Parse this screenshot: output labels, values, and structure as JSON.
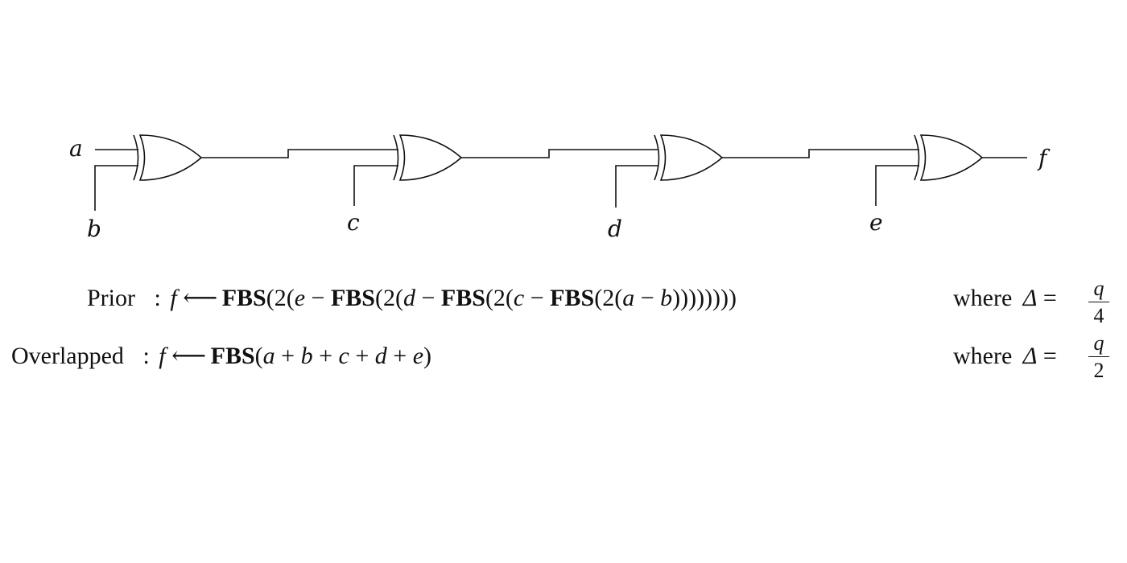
{
  "circuit": {
    "inputs": [
      "a",
      "b",
      "c",
      "d",
      "e"
    ],
    "output": "f",
    "gate_type": "XOR",
    "gate_count": 4
  },
  "equations": {
    "prior": {
      "label": "Prior",
      "sep": ":",
      "lhs": "f",
      "arrow": "⟵",
      "parts": [
        "FBS",
        "(2(",
        "e",
        " − ",
        "FBS",
        "(2(",
        "d",
        " − ",
        "FBS",
        "(2(",
        "c",
        " − ",
        "FBS",
        "(2(",
        "a",
        " − ",
        "b",
        "))))))))"
      ],
      "where": "where",
      "delta": "Δ",
      "eq": "=",
      "num": "q",
      "den": "4"
    },
    "overlapped": {
      "label": "Overlapped",
      "sep": ":",
      "lhs": "f",
      "arrow": "⟵",
      "parts": [
        "FBS",
        "(",
        "a",
        " + ",
        "b",
        " + ",
        "c",
        " + ",
        "d",
        " + ",
        "e",
        ")"
      ],
      "where": "where",
      "delta": "Δ",
      "eq": "=",
      "num": "q",
      "den": "2"
    }
  }
}
